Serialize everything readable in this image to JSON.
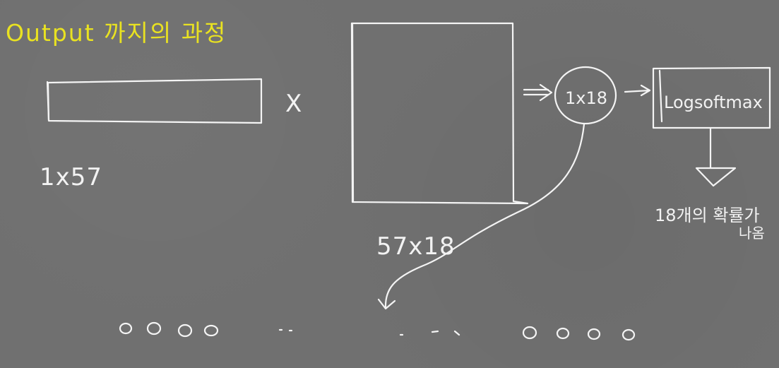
{
  "title": "Output 까지의 과정",
  "input_vector_label": "1x57",
  "multiply_symbol": "X",
  "weight_matrix_label": "57x18",
  "result_label": "1x18",
  "function_label": "Logsoftmax",
  "output_note_line1": "18개의 확률가",
  "output_note_line2": "나옴",
  "colors": {
    "background": "#707070",
    "ink": "#f4f4f4",
    "title": "#e9e221"
  }
}
